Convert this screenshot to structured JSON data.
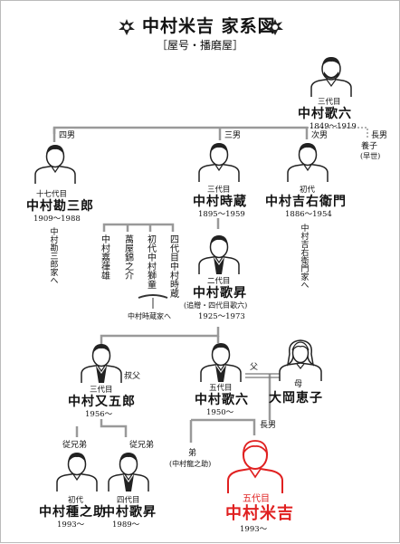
{
  "header": {
    "title": "中村米吉 家系図",
    "subtitle": "［屋号・播磨屋］"
  },
  "people": {
    "kaoroku3": {
      "gen": "三代目",
      "name": "中村歌六",
      "years": "1849～1919"
    },
    "kanzaburo17": {
      "gen": "十七代目",
      "name": "中村勘三郎",
      "years": "1909～1988"
    },
    "tokizo3": {
      "gen": "三代目",
      "name": "中村時蔵",
      "years": "1895～1959"
    },
    "kichiemon1": {
      "gen": "初代",
      "name": "中村吉右衛門",
      "years": "1886～1954"
    },
    "kasho2": {
      "gen": "二代目",
      "name": "中村歌昇",
      "note": "(追贈・四代目歌六)",
      "years": "1925～1973"
    },
    "matagoro3": {
      "gen": "三代目",
      "name": "中村又五郎",
      "years": "1956～"
    },
    "kaoroku5": {
      "gen": "五代目",
      "name": "中村歌六",
      "years": "1950～"
    },
    "keiko": {
      "name": "大岡恵子"
    },
    "tanenosuke1": {
      "gen": "初代",
      "name": "中村種之助",
      "years": "1993～"
    },
    "kasho4": {
      "gen": "四代目",
      "name": "中村歌昇",
      "years": "1989～"
    },
    "yonekichi5": {
      "gen": "五代目",
      "name": "中村米吉",
      "years": "1993～"
    }
  },
  "relations": {
    "yonan": "四男",
    "sannan": "三男",
    "jinan": "次男",
    "chonan_top": "長男",
    "yoshi": "養子",
    "yoshi_note": "(早世)",
    "oji": "叔父",
    "chichi": "父",
    "haha": "母",
    "chonan": "長男",
    "jukeitei1": "従兄弟",
    "jukeitei2": "従兄弟",
    "ototo": "弟",
    "ototo_note": "(中村龍之助)"
  },
  "verticals": {
    "kanzaburo_house": "中村勘三郎家へ",
    "kichiemon_house": "中村吉右衛門家へ",
    "kaho": "中村嘉葎雄",
    "kinnosuke": "萬屋錦之介",
    "shido": "初代中村獅童",
    "tokizo4": "四代目中村時蔵"
  },
  "notes": {
    "tokizo_house": "中村時蔵家へ"
  },
  "colors": {
    "line": "#999999",
    "highlight": "#e02020"
  }
}
